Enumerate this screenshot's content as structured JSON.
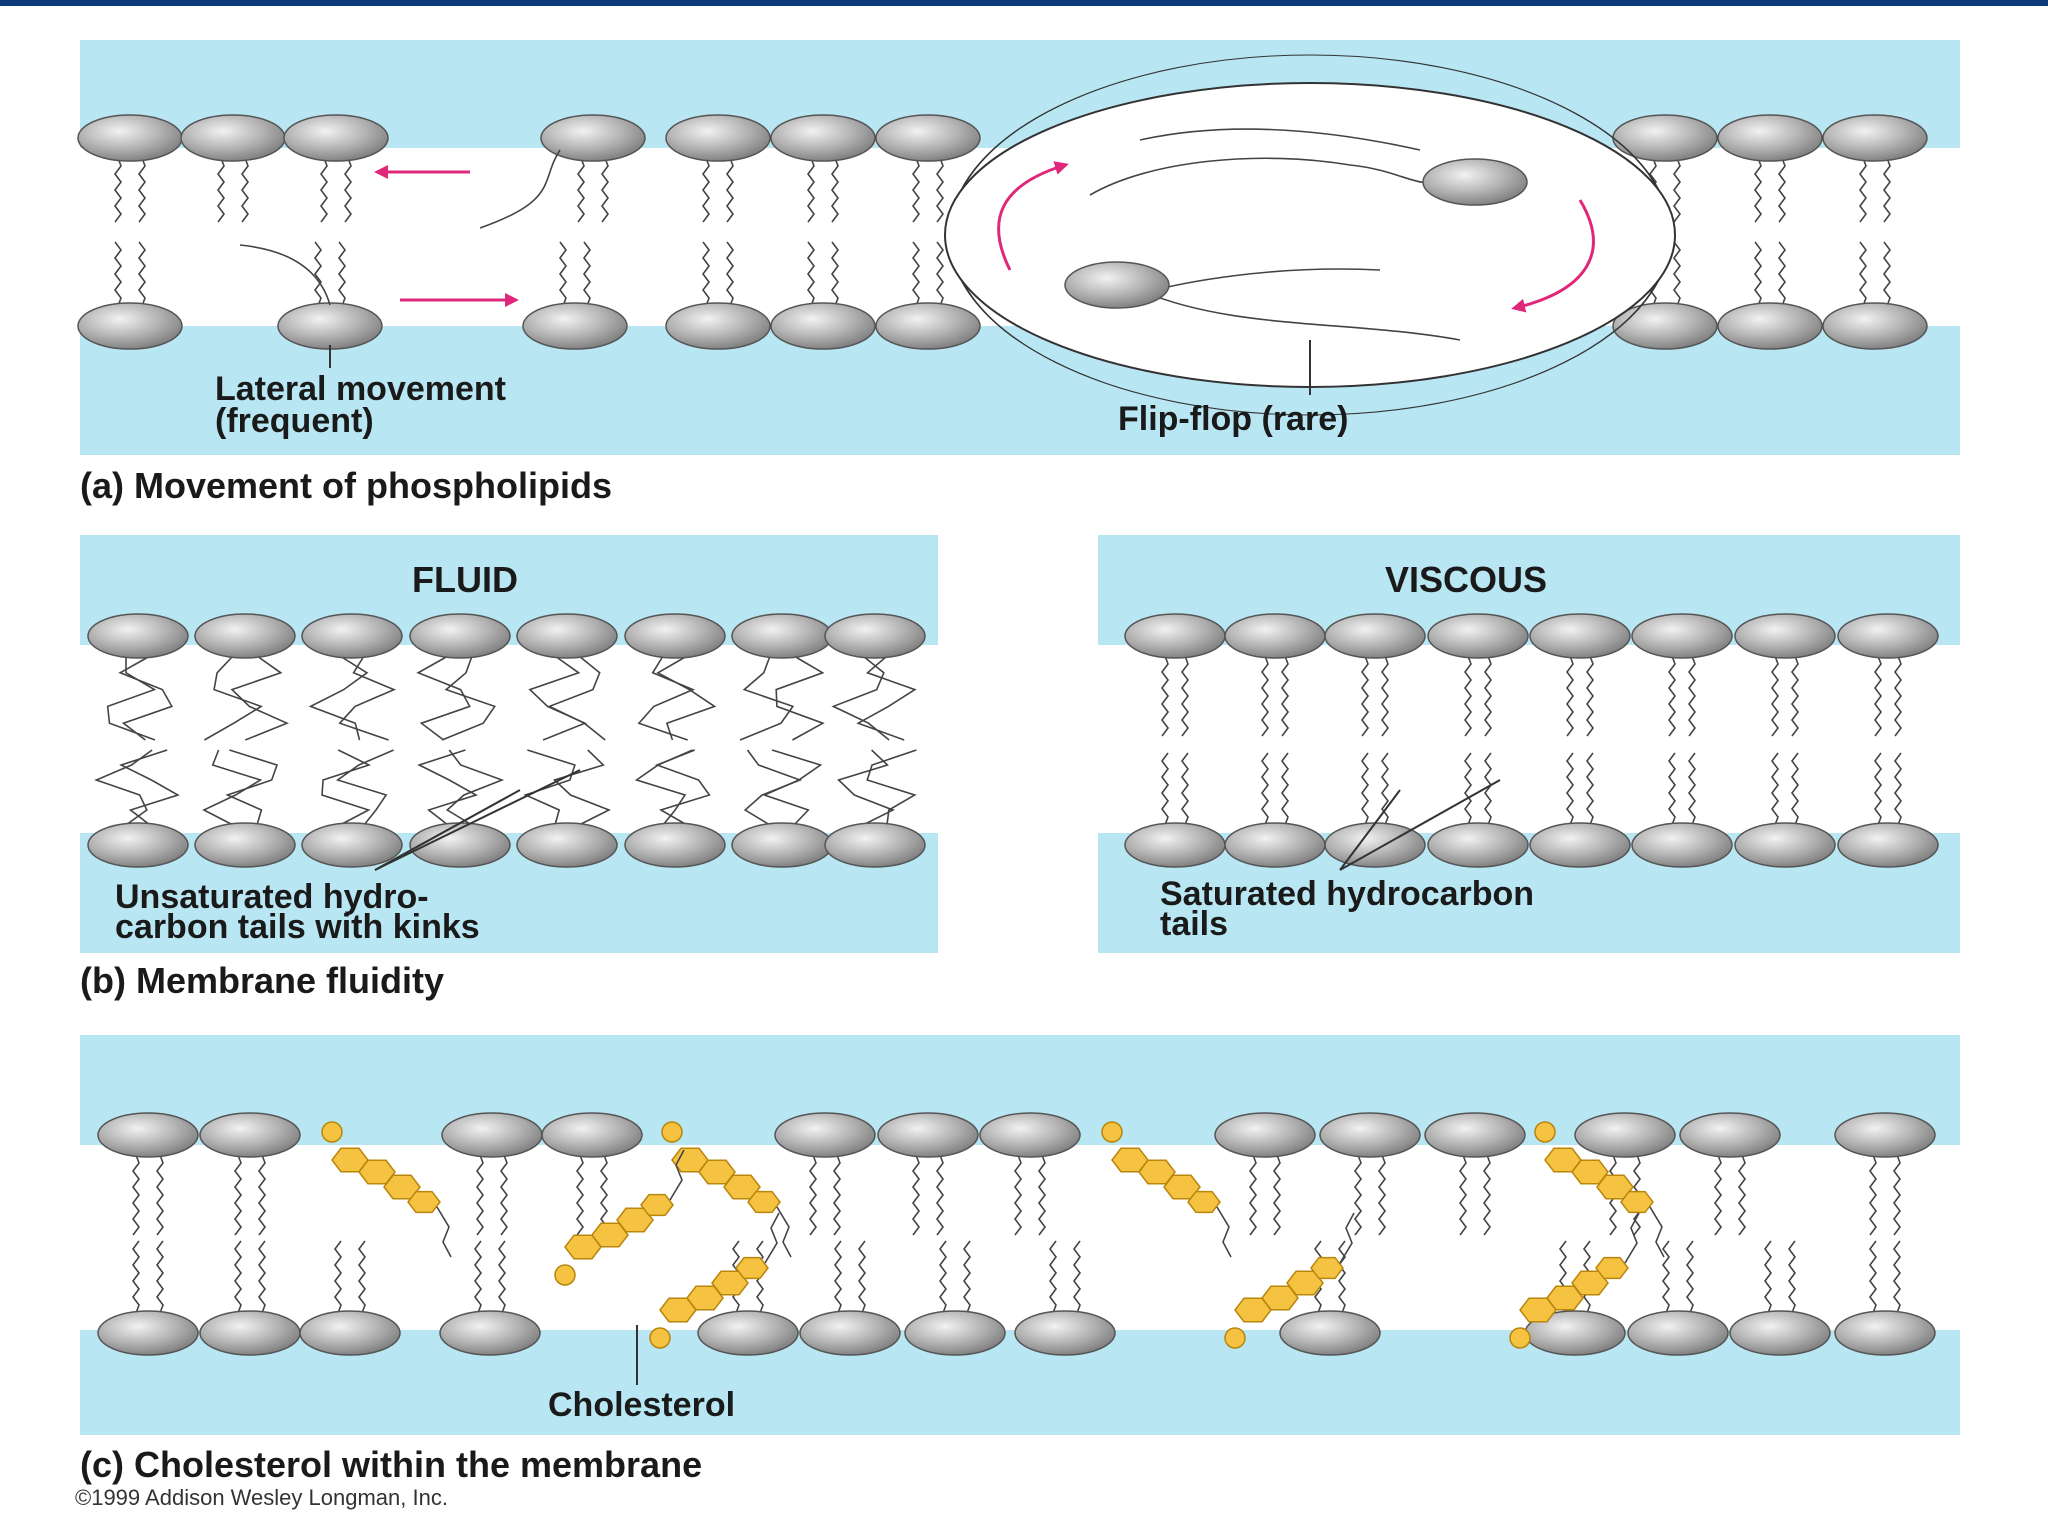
{
  "colors": {
    "banner": "#0b3a7a",
    "water": "#b9e6f3",
    "head": "#b3b3b3",
    "head_stroke": "#555555",
    "tail": "#444444",
    "arrow": "#e0287a",
    "cholesterol": "#f5c242",
    "cholesterol_stroke": "#b8860b"
  },
  "panel_a": {
    "caption": "(a) Movement of phospholipids",
    "lateral_label_1": "Lateral movement",
    "lateral_label_2": "(frequent)",
    "flipflop_label": "Flip-flop (rare)"
  },
  "panel_b": {
    "caption": "(b) Membrane fluidity",
    "fluid_title": "FLUID",
    "viscous_title": "VISCOUS",
    "unsat_label_1": "Unsaturated hydro-",
    "unsat_label_2": "carbon tails with kinks",
    "sat_label_1": "Saturated hydrocarbon",
    "sat_label_2": "tails"
  },
  "panel_c": {
    "caption": "(c) Cholesterol within the membrane",
    "cholesterol_label": "Cholesterol"
  },
  "copyright": "©1999 Addison Wesley Longman, Inc."
}
